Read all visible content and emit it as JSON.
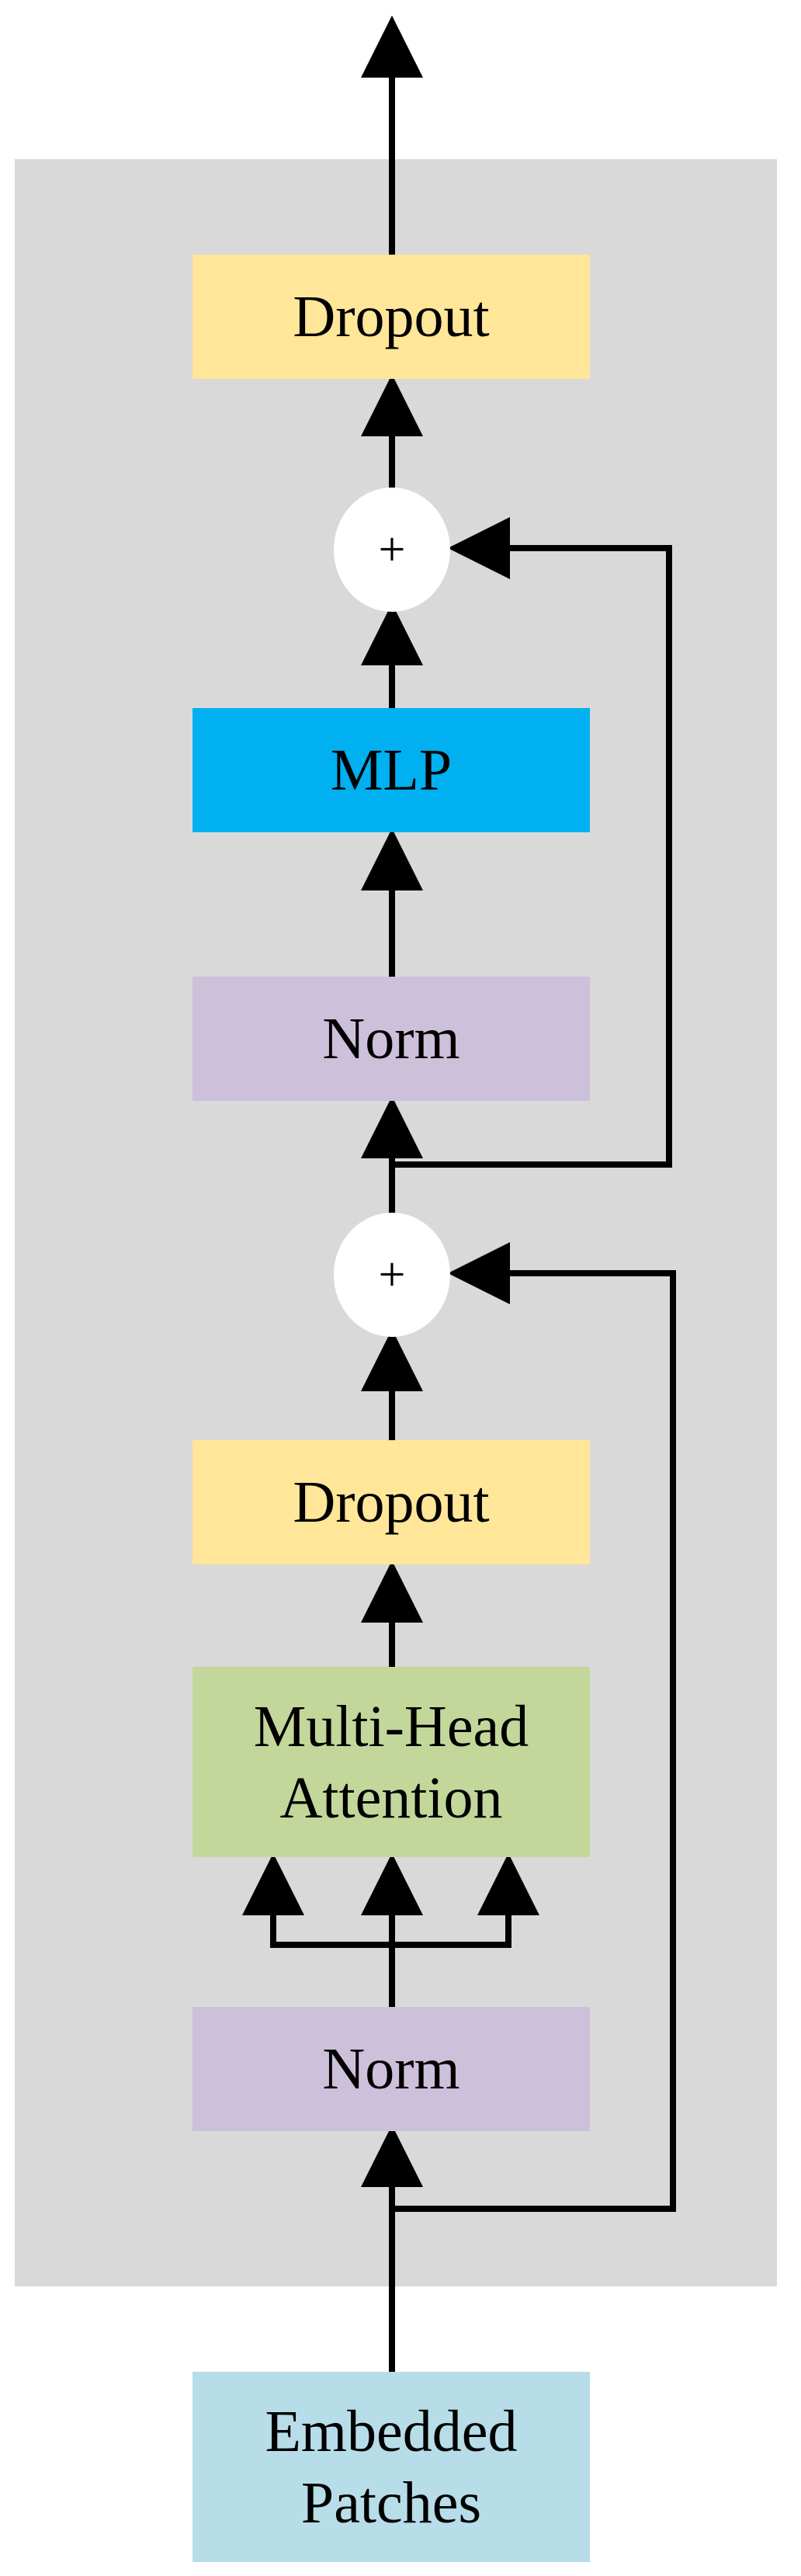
{
  "colors": {
    "encoder_background": "#d9d9d9",
    "dropout": "#ffe699",
    "mlp": "#00b0f0",
    "norm": "#ccc0da",
    "attention": "#c4d79b",
    "embedded_patches": "#b7dde8",
    "add_node": "#ffffff",
    "arrow": "#000000"
  },
  "diagram": {
    "dropout_top": "Dropout",
    "add_top": "+",
    "mlp": "MLP",
    "norm_top": "Norm",
    "add_bottom": "+",
    "dropout_bottom": "Dropout",
    "attention_line1": "Multi-Head",
    "attention_line2": "Attention",
    "norm_bottom": "Norm",
    "embedded_line1": "Embedded",
    "embedded_line2": "Patches"
  }
}
